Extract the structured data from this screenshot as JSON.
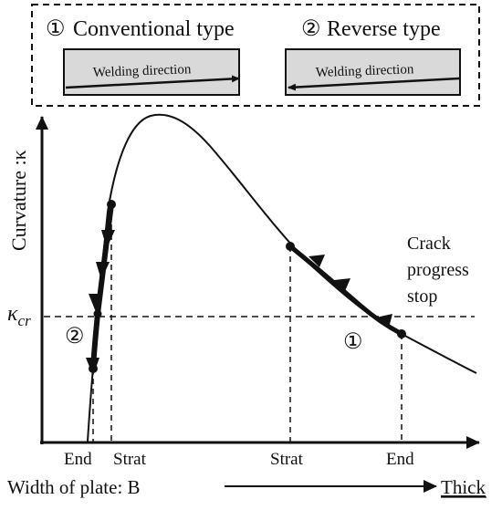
{
  "legend": {
    "conventional": {
      "number": "①",
      "title": "Conventional type",
      "arrow_label": "Welding direction"
    },
    "reverse": {
      "number": "②",
      "title": "Reverse type",
      "arrow_label": "Welding direction"
    }
  },
  "axes": {
    "y_label": "Curvature :κ",
    "x_label": "Width of plate: B",
    "x_thick_label": "Thick",
    "kappa_cr_symbol": "κ",
    "kappa_cr_subscript": "cr"
  },
  "annotations": {
    "crack_line1": "Crack",
    "crack_line2": "progress",
    "crack_line3": "stop",
    "path1_marker": "①",
    "path2_marker": "②"
  },
  "tick_labels": {
    "end_left": "End",
    "strat_left": "Strat",
    "strat_right": "Strat",
    "end_right": "End"
  },
  "colors": {
    "ink": "#111111",
    "panel_fill": "#d9d9d9"
  }
}
